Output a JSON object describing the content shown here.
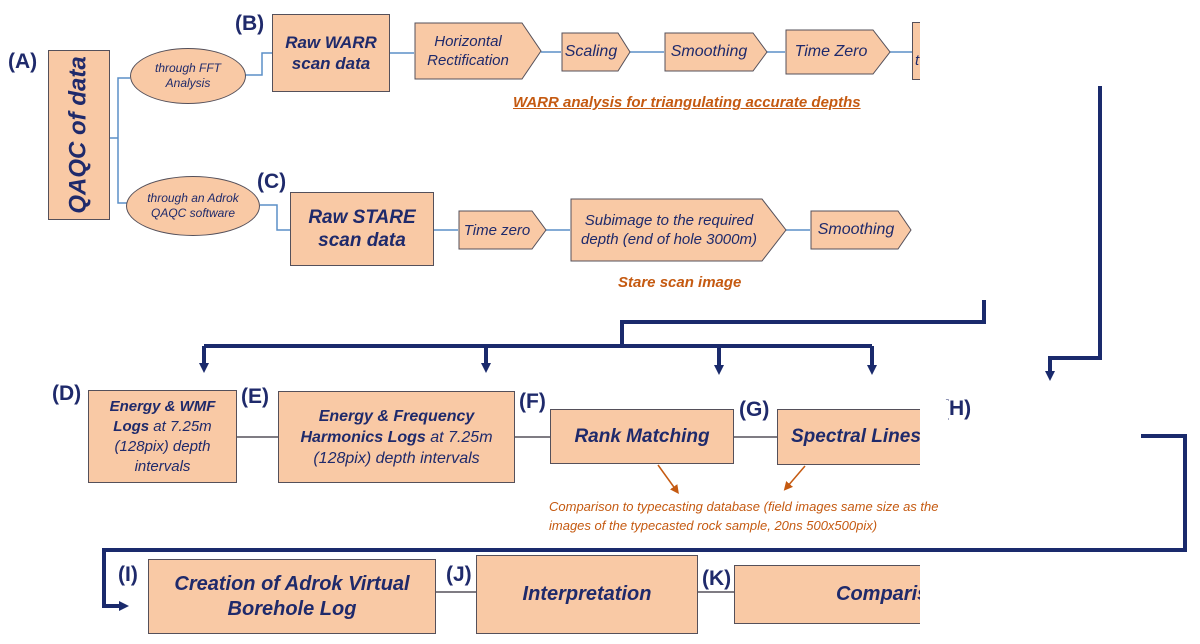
{
  "labels": {
    "a": "(A)",
    "b": "(B)",
    "c": "(C)",
    "d": "(D)",
    "e": "(E)",
    "f": "(F)",
    "g": "(G)",
    "h": "(H)",
    "i": "(I)",
    "j": "(J)",
    "k": "(K)"
  },
  "qaqc": {
    "title": "QAQC of data"
  },
  "branches": {
    "fft": "through FFT Analysis",
    "adrok": "through an Adrok QAQC software"
  },
  "warr_row": {
    "start": "Raw WARR scan data",
    "steps": [
      "Horizontal Rectification",
      "Scaling",
      "Smoothing",
      "Time Zero",
      "t"
    ],
    "caption": "WARR analysis for triangulating accurate depths"
  },
  "stare_row": {
    "start": "Raw STARE scan data",
    "steps": [
      "Time zero",
      "Subimage to the required depth (end of hole 3000m)",
      "Smoothing"
    ],
    "caption": "Stare scan image"
  },
  "logs_row": {
    "d_title": "Energy & WMF Logs",
    "d_rest": " at 7.25m (128pix) depth intervals",
    "e_title": "Energy & Frequency Harmonics Logs",
    "e_rest": " at 7.25m (128pix) depth intervals",
    "f": "Rank Matching",
    "g": "Spectral Lines",
    "note": "Comparison to typecasting database (field images same size as the images of the typecasted rock sample, 20ns 500x500pix)"
  },
  "final_row": {
    "i": "Creation of Adrok Virtual Borehole Log",
    "j": "Interpretation",
    "k": "Comparison"
  },
  "colors": {
    "box_fill": "#f9c9a5",
    "text_navy": "#1f2a6b",
    "arrow_navy": "#1a2a6c",
    "accent_orange": "#c55a11",
    "connector_blue": "#5b8fc7"
  }
}
